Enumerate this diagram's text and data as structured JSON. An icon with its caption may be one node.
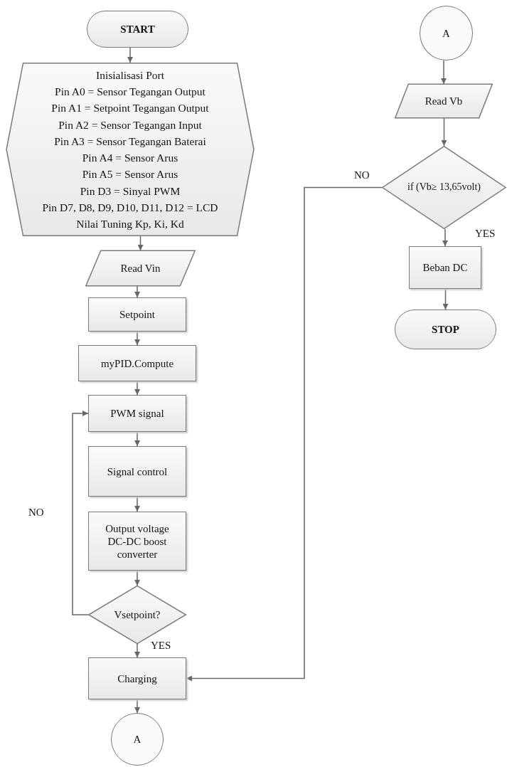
{
  "diagram": {
    "nodes": [
      {
        "text": [
          "START"
        ]
      },
      {
        "text": [
          "Inisialisasi Port",
          "Pin A0 = Sensor Tegangan Output",
          "Pin A1 = Setpoint Tegangan Output",
          "Pin A2 = Sensor Tegangan Input",
          "Pin A3 = Sensor Tegangan Baterai",
          "Pin A4 = Sensor Arus",
          "Pin A5 = Sensor Arus",
          "Pin D3 = Sinyal PWM",
          "Pin D7, D8, D9, D10, D11, D12 = LCD",
          "Nilai Tuning Kp, Ki, Kd"
        ]
      },
      {
        "text": [
          "Read Vin"
        ]
      },
      {
        "text": [
          "Setpoint"
        ]
      },
      {
        "text": [
          "myPID.Compute"
        ]
      },
      {
        "text": [
          "PWM signal"
        ]
      },
      {
        "text": [
          "Signal control"
        ]
      },
      {
        "text": [
          "Output voltage DC-DC boost converter"
        ]
      },
      {
        "text": [
          "Vsetpoint?"
        ]
      },
      {
        "text": [
          "Charging"
        ]
      },
      {
        "text": [
          "A"
        ]
      },
      {
        "text": [
          "A"
        ]
      },
      {
        "text": [
          "Read Vb"
        ]
      },
      {
        "text": [
          "if (Vb≥ 13,65volt)"
        ]
      },
      {
        "text": [
          "Beban DC"
        ]
      },
      {
        "text": [
          "STOP"
        ]
      }
    ],
    "edges": [
      {
        "from": 0,
        "to": 1,
        "arrow": "to"
      },
      {
        "from": 1,
        "to": 2,
        "arrow": "to"
      },
      {
        "from": 2,
        "to": 3,
        "arrow": "to"
      },
      {
        "from": 3,
        "to": 4,
        "arrow": "to"
      },
      {
        "from": 4,
        "to": 5,
        "arrow": "to"
      },
      {
        "from": 5,
        "to": 6,
        "arrow": "to"
      },
      {
        "from": 6,
        "to": 7,
        "arrow": "to"
      },
      {
        "from": 7,
        "to": 8,
        "arrow": "to"
      },
      {
        "from": 8,
        "to": 5,
        "arrow": "to",
        "label": "NO"
      },
      {
        "from": 8,
        "to": 9,
        "arrow": "to",
        "label": "YES"
      },
      {
        "from": 9,
        "to": 10,
        "arrow": "to"
      },
      {
        "from": 11,
        "to": 12,
        "arrow": "to"
      },
      {
        "from": 12,
        "to": 13,
        "arrow": "to"
      },
      {
        "from": 13,
        "to": 9,
        "arrow": "to",
        "label": "NO"
      },
      {
        "from": 13,
        "to": 14,
        "arrow": "to",
        "label": "YES"
      },
      {
        "from": 14,
        "to": 15,
        "arrow": "to"
      }
    ]
  }
}
